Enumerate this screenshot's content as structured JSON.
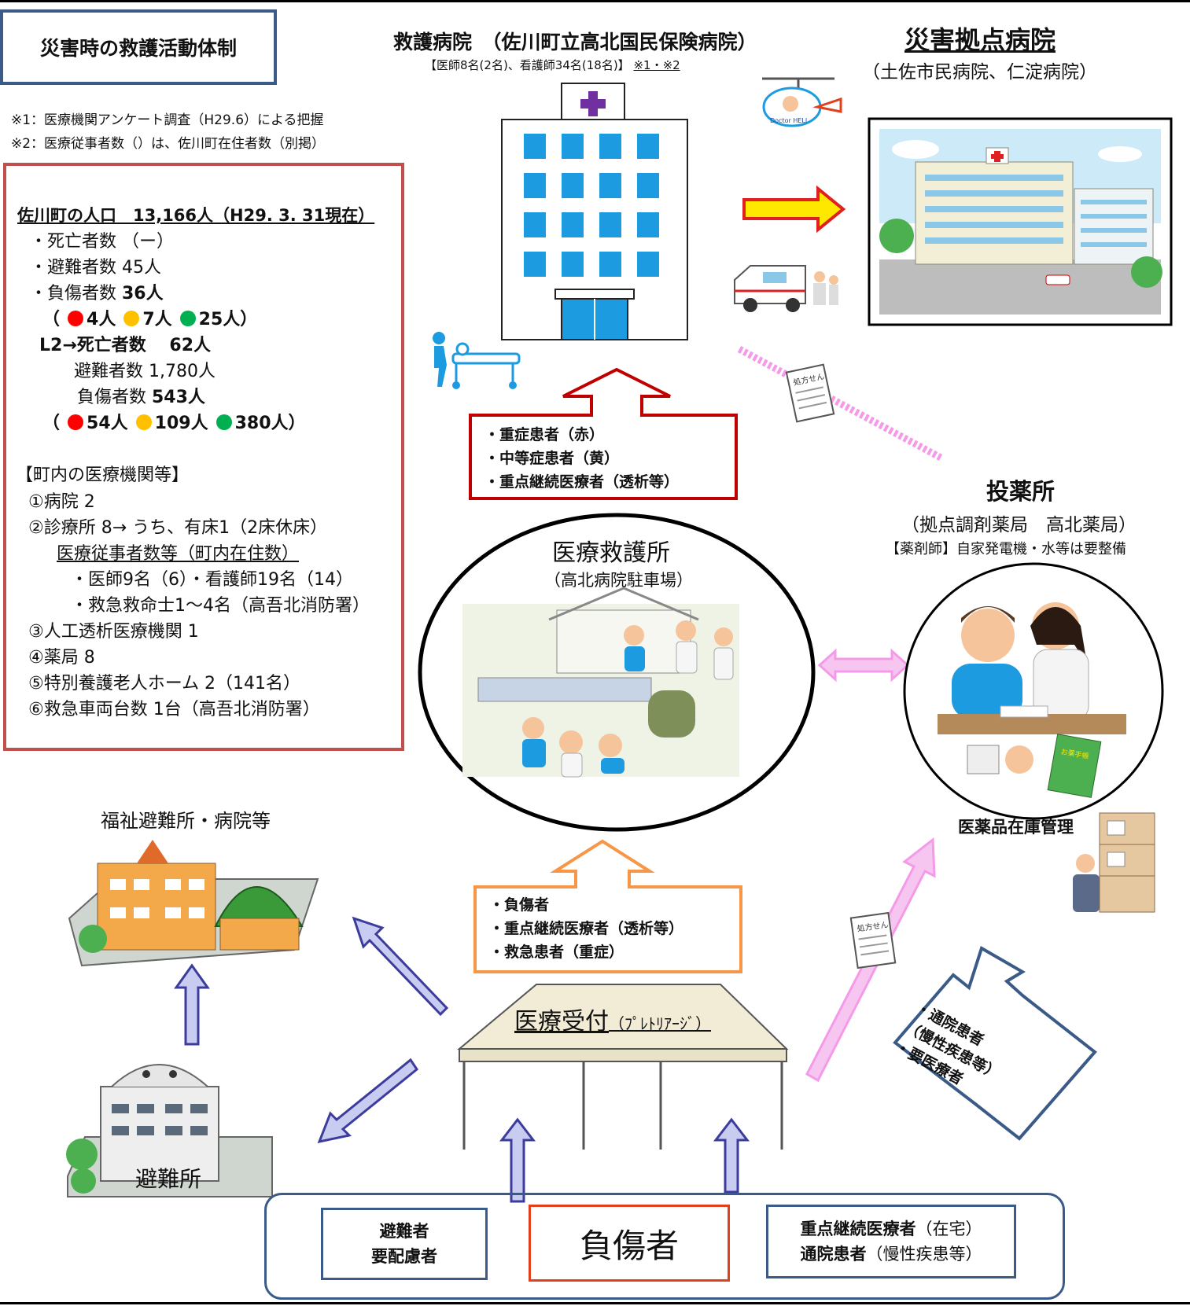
{
  "title": "災害時の救護活動体制",
  "notes": [
    "※1：医療機関アンケート調査（H29.6）による把握",
    "※2：医療従事者数（）は、佐川町在住者数（別掲）"
  ],
  "population": {
    "heading": "佐川町の人口　13,166人（H29. 3. 31現在）",
    "deaths": "・死亡者数 （ー）",
    "evacuees": "・避難者数  45人",
    "injured_label": "・負傷者数 ",
    "injured_value": "36人",
    "injured_breakdown": {
      "open": "（",
      "red": "4人",
      "yellow": "7人",
      "green": "25人",
      "close": "）"
    },
    "l2_deaths": "L2→死亡者数　 62人",
    "l2_evacuees": "避難者数  1,780人",
    "l2_injured_label": "負傷者数 ",
    "l2_injured_value": "543人",
    "l2_breakdown": {
      "open": "（",
      "red": "54人",
      "yellow": "109人",
      "green": "380人",
      "close": "）"
    }
  },
  "facilities": {
    "heading": "【町内の医療機関等】",
    "items": [
      "①病院 2",
      "②診療所 8→ うち、有床1（2床休床）",
      "医療従事者数等（町内在住数）",
      "・医師9名（6）・看護師19名（14）",
      "・救急救命士1～4名（高吾北消防署）",
      "③人工透析医療機関 1",
      "④薬局 8",
      "⑤特別養護老人ホーム 2（141名）",
      "⑥救急車両台数 1台（高吾北消防署）"
    ]
  },
  "rescue_hospital": {
    "title": "救護病院　（佐川町立高北国民保険病院）",
    "staff": "【医師8名(2名)、看護師34名(18名)】",
    "refs": "※1・※2"
  },
  "disaster_hospital": {
    "title": "災害拠点病院",
    "subtitle": "（土佐市民病院、仁淀病院）",
    "heli_label": "Doctor HELI"
  },
  "red_box": [
    "・重症患者（赤）",
    "・中等症患者（黄）",
    "・重点継続医療者（透析等）"
  ],
  "aid_station": {
    "title": "医療救護所",
    "subtitle": "（高北病院駐車場）"
  },
  "pharmacy": {
    "title": "投薬所",
    "subtitle": "（拠点調剤薬局　高北薬局）",
    "note": "【薬剤師】自家発電機・水等は要整備",
    "stock": "医薬品在庫管理",
    "book_label": "お薬手帳"
  },
  "prescription_label": "処方せん",
  "orange_box": [
    "・負傷者",
    "・重点継続医療者（透析等）",
    "・救急患者（重症）"
  ],
  "welfare": {
    "title": "福祉避難所・病院等"
  },
  "shelter": {
    "label": "避難所"
  },
  "triage": {
    "main": "医療受付",
    "sub": "（ﾌﾟﾚﾄﾘｱｰｼﾞ）"
  },
  "blue_arrow_box": [
    "・通院患者",
    "（慢性疾患等）",
    "・要医療者"
  ],
  "bottom": {
    "left": [
      "避難者",
      "要配慮者"
    ],
    "center": "負傷者",
    "right_bold1": "重点継続医療者",
    "right_plain1": "（在宅）",
    "right_bold2": "通院患者",
    "right_plain2": "（慢性疾患等）"
  },
  "colors": {
    "red": "#c00000",
    "orange": "#f79646",
    "navy": "#3a5a88",
    "pink": "#f49ae8",
    "yellow": "#ffe800",
    "dot_red": "#ff0000",
    "dot_yellow": "#ffc000",
    "dot_green": "#00b050"
  }
}
